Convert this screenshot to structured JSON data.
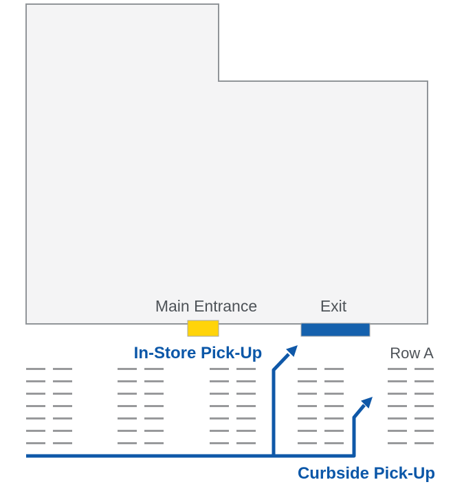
{
  "map": {
    "building": {
      "main_entrance_label": "Main Entrance",
      "exit_label": "Exit"
    },
    "pickup": {
      "in_store_label": "In-Store Pick-Up",
      "curbside_label": "Curbside Pick-Up"
    },
    "parking": {
      "row_label": "Row A",
      "rows": 7,
      "groups": 5,
      "columns_per_group": 2
    },
    "colors": {
      "building_fill": "#f4f4f5",
      "building_border": "#909498",
      "door_yellow": "#ffd40a",
      "door_blue": "#1561ad",
      "door_outline": "#a6a6a6",
      "route_blue": "#0f58a8",
      "label_blue": "#0b57a8",
      "label_gray": "#4d5257",
      "dash_gray": "#98999b"
    }
  }
}
